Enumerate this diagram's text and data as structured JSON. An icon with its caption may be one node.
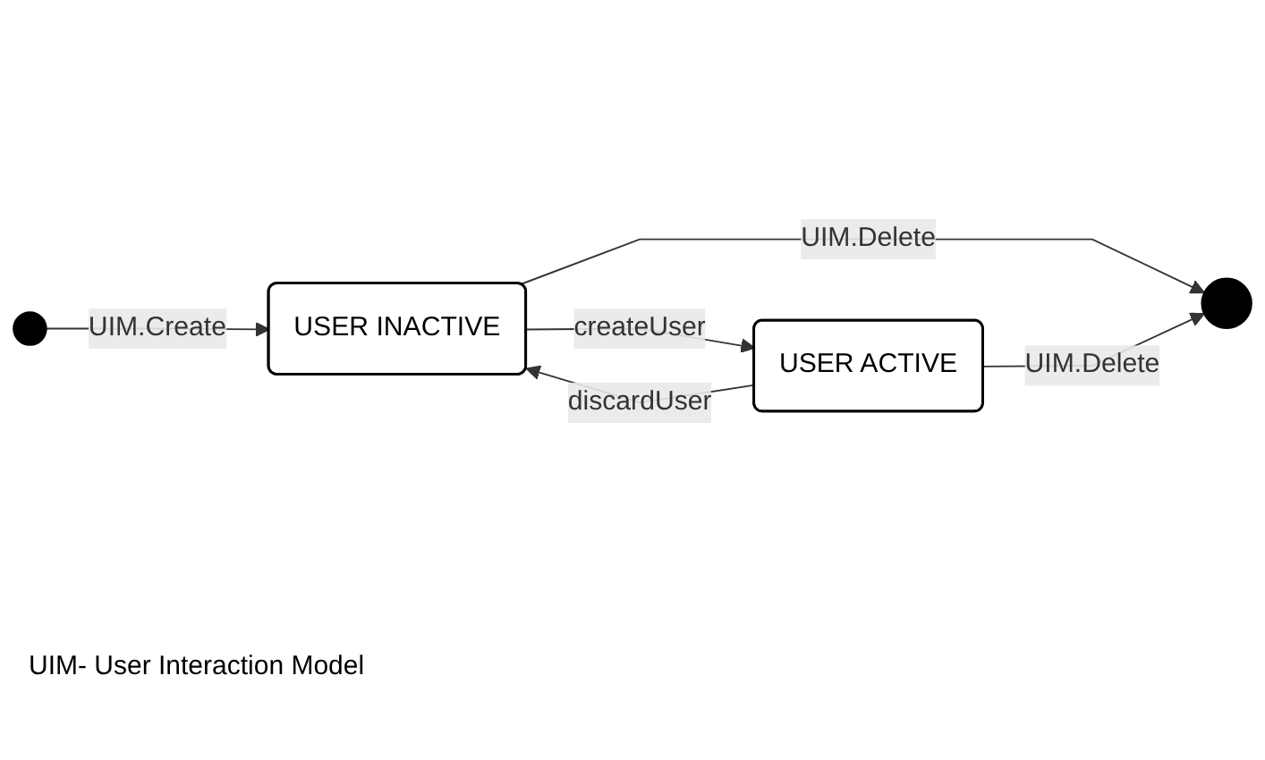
{
  "diagram": {
    "nodes": [
      {
        "text": [],
        "shape": "circle"
      },
      {
        "text": [],
        "shape": "circle"
      },
      {
        "text": [
          "USER INACTIVE"
        ]
      },
      {
        "text": [
          "USER ACTIVE"
        ]
      }
    ],
    "edges": [
      {
        "from": 0,
        "to": 2,
        "arrow": "to",
        "label": "UIM.Create"
      },
      {
        "from": 2,
        "to": 1,
        "arrow": "to",
        "label": "UIM.Delete"
      },
      {
        "from": 3,
        "to": 2,
        "arrow": "to",
        "label": "discardUser"
      },
      {
        "from": 2,
        "to": 3,
        "arrow": "to",
        "label": "createUser"
      },
      {
        "from": 3,
        "to": 1,
        "arrow": "to",
        "label": "UIM.Delete"
      }
    ],
    "labels": [
      "UIM- User Interaction Model"
    ]
  }
}
